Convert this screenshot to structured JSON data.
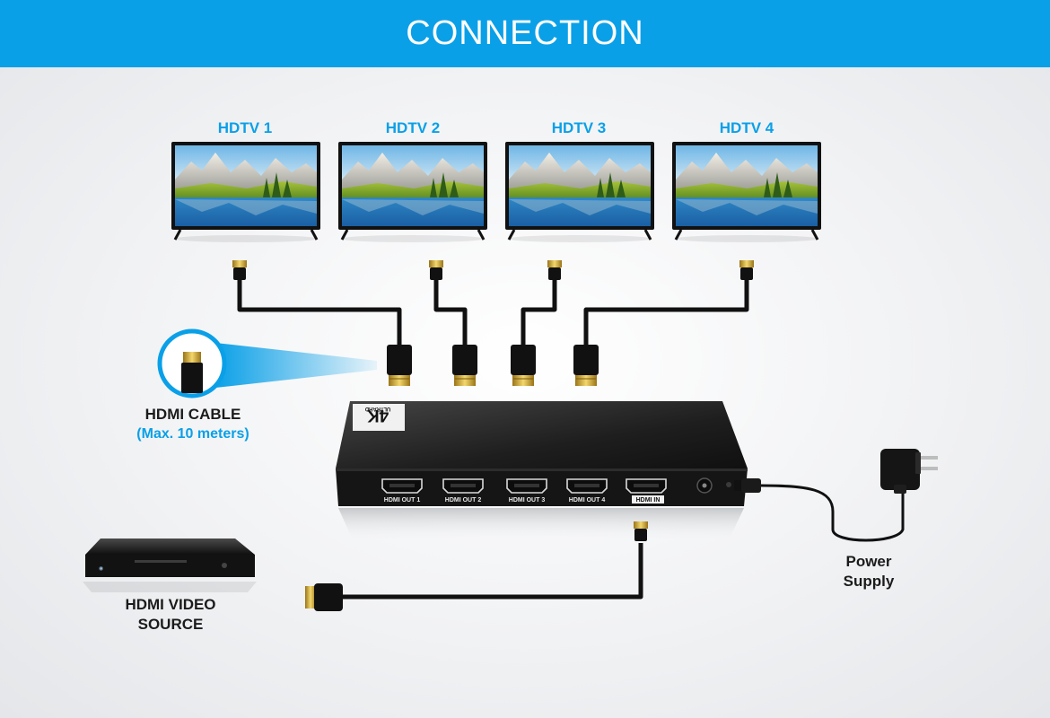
{
  "header": {
    "title": "CONNECTION"
  },
  "tvs": [
    {
      "label": "HDTV 1"
    },
    {
      "label": "HDTV 2"
    },
    {
      "label": "HDTV 3"
    },
    {
      "label": "HDTV 4"
    }
  ],
  "cable": {
    "title": "HDMI CABLE",
    "subtitle": "(Max. 10 meters)"
  },
  "splitter": {
    "ports": [
      "HDMI OUT 1",
      "HDMI OUT 2",
      "HDMI OUT 3",
      "HDMI OUT 4",
      "HDMI IN"
    ],
    "badge_main": "4K",
    "badge_sub": "ULTRAHD"
  },
  "source": {
    "line1": "HDMI VIDEO",
    "line2": "SOURCE"
  },
  "power": {
    "line1": "Power",
    "line2": "Supply"
  },
  "colors": {
    "accent": "#0aa0e8",
    "text_dark": "#1b1b1b",
    "plug_gold": "#d7ab33",
    "device": "#1d1d1d"
  }
}
